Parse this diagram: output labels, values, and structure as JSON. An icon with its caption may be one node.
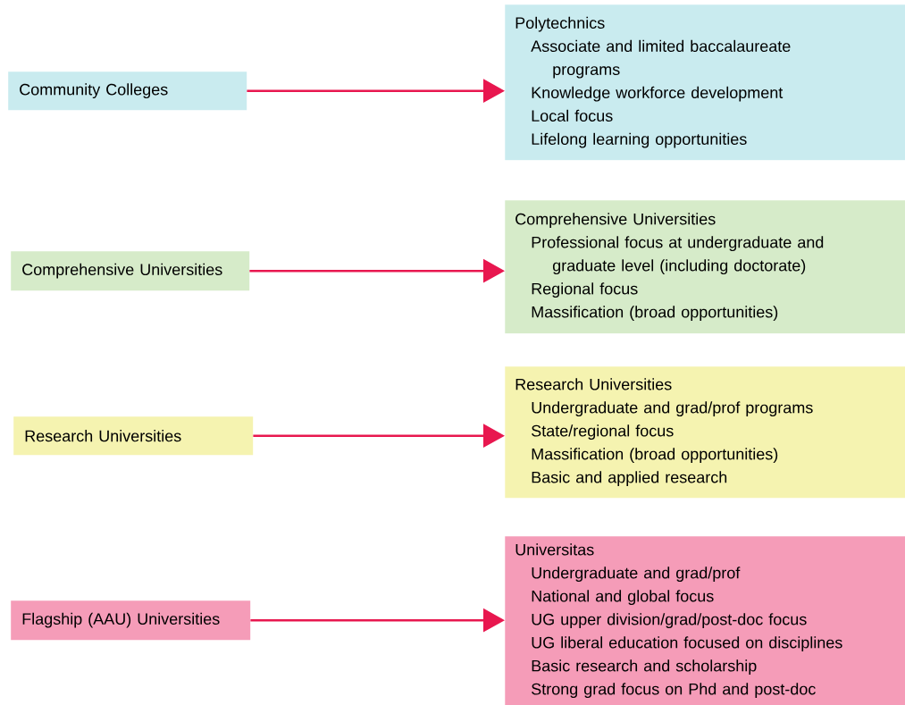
{
  "diagram": {
    "nodes": [
      {
        "text": [
          "Community Colleges"
        ]
      },
      {
        "text": [
          "Polytechnics",
          "Associate and limited baccalaureate programs",
          "Knowledge workforce development",
          "Local focus",
          "Lifelong learning opportunities"
        ]
      },
      {
        "text": [
          "Comprehensive Universities"
        ]
      },
      {
        "text": [
          "Comprehensive Universities",
          "Professional focus at undergraduate and graduate level (including doctorate)",
          "Regional focus",
          "Massification (broad opportunities)"
        ]
      },
      {
        "text": [
          "Research Universities"
        ]
      },
      {
        "text": [
          "Research Universities",
          "Undergraduate and grad/prof programs",
          "State/regional focus",
          "Massification (broad opportunities)",
          "Basic and applied research"
        ]
      },
      {
        "text": [
          "Flagship (AAU) Universities"
        ]
      },
      {
        "text": [
          "Universitas",
          "Undergraduate and grad/prof",
          "National and global focus",
          "UG upper division/grad/post-doc focus",
          "UG liberal education focused on disciplines",
          "Basic research and scholarship",
          "Strong grad focus on Phd and post-doc"
        ]
      }
    ],
    "edges": [
      {
        "from": 0,
        "to": 1,
        "arrow": "to"
      },
      {
        "from": 2,
        "to": 3,
        "arrow": "to"
      },
      {
        "from": 4,
        "to": 5,
        "arrow": "to"
      },
      {
        "from": 6,
        "to": 7,
        "arrow": "to"
      }
    ]
  }
}
